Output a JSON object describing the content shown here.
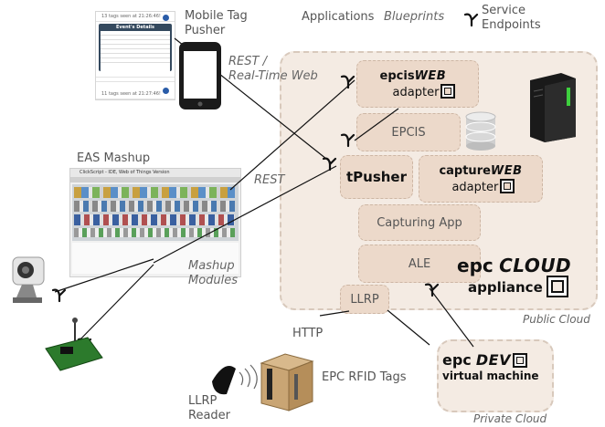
{
  "labels": {
    "mobile_tag_pusher": "Mobile Tag\nPusher",
    "applications": "Applications",
    "blueprints": "Blueprints",
    "service_endpoints": "Service\nEndpoints",
    "rest_realtime": "REST /\nReal-Time Web",
    "eas_mashup": "EAS Mashup",
    "rest": "REST",
    "mashup_modules": "Mashup\nModules",
    "http": "HTTP",
    "epc_rfid_tags": "EPC RFID Tags",
    "llrp_reader": "LLRP\nReader",
    "public_cloud": "Public Cloud",
    "private_cloud": "Private Cloud"
  },
  "boxes": {
    "epcis_web_adapter_a": "epcis",
    "epcis_web_adapter_b": "WEB",
    "epcis_web_adapter_c": "adapter",
    "epcis": "EPCIS",
    "tpusher": "tPusher",
    "capture_web_adapter_a": "capture",
    "capture_web_adapter_b": "WEB",
    "capture_web_adapter_c": "adapter",
    "capturing_app": "Capturing App",
    "ale": "ALE",
    "llrp": "LLRP",
    "epc_cloud_a": "epc",
    "epc_cloud_b": "CLOUD",
    "epc_cloud_c": "appliance",
    "epc_dev_a": "epc",
    "epc_dev_b": "DEV",
    "epc_dev_c": "virtual machine"
  },
  "phone_screen": {
    "top_row": "13 tags seen at 21:26:46!",
    "dialog_title": "Event's Details",
    "bottom_row": "11 tags seen at 21:27:46!"
  },
  "mashup_window": {
    "title": "ClickScript - IDE, Web of Things Version"
  },
  "colors": {
    "cloud_fill": "#f4ebe3",
    "box_fill": "#ecd9ca",
    "line": "#111111"
  },
  "icons": [
    "service-endpoint-icon",
    "database-icon",
    "server-icon",
    "smartphone-icon",
    "camera-icon",
    "sensor-board-icon",
    "rfid-reader-icon",
    "box-with-tags-icon"
  ]
}
